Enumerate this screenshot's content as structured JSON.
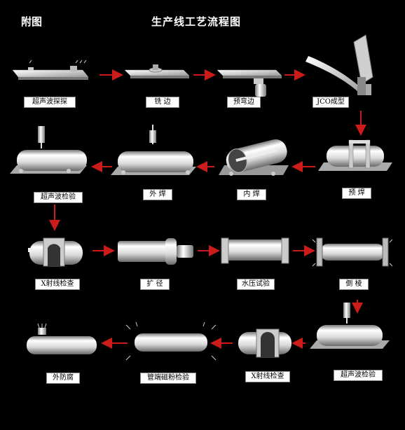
{
  "header": {
    "appendix_label": "附图",
    "title": "生产线工艺流程图"
  },
  "steps": [
    "超声波探探",
    "铣 边",
    "预弯边",
    "JCO成型",
    "预 焊",
    "内 焊",
    "外 焊",
    "超声波检验",
    "X射线检查",
    "扩 径",
    "水压试验",
    "倒 棱",
    "超声波检验",
    "X射线检查",
    "管端磁粉检验",
    "外防腐"
  ],
  "colors": {
    "background": "#000000",
    "arrow": "#cc1b1b",
    "metal_light": "#f4f4f4",
    "metal_dark": "#8a8a8a",
    "label_bg": "#ffffff"
  }
}
